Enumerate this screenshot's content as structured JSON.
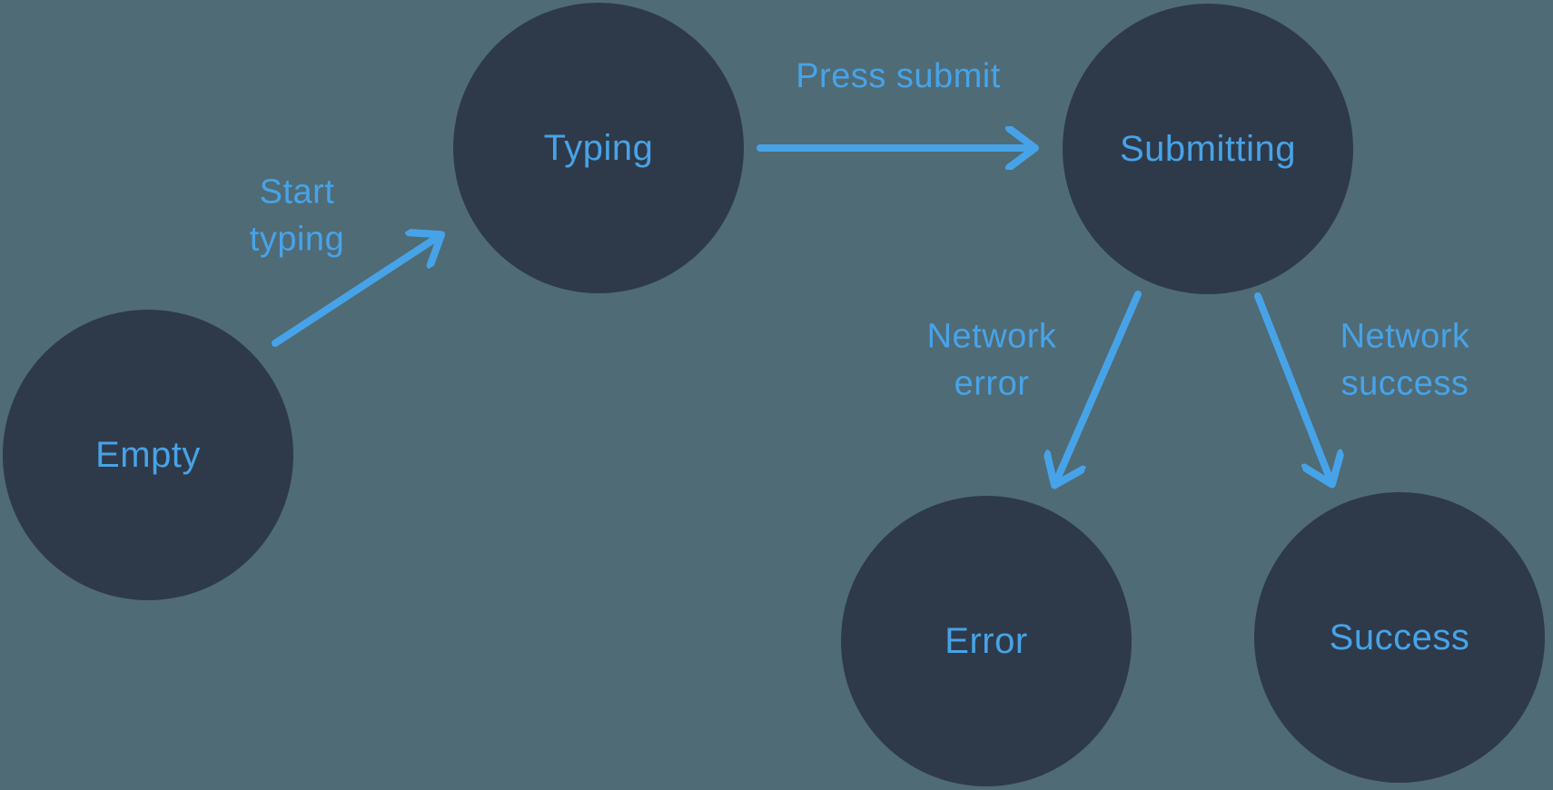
{
  "diagram": {
    "type": "state-machine",
    "colors": {
      "background": "#4f6b76",
      "node_fill": "#2e3a49",
      "accent_blue": "#47a3e8"
    },
    "states": [
      {
        "id": "empty",
        "label": "Empty"
      },
      {
        "id": "typing",
        "label": "Typing"
      },
      {
        "id": "submitting",
        "label": "Submitting"
      },
      {
        "id": "error",
        "label": "Error"
      },
      {
        "id": "success",
        "label": "Success"
      }
    ],
    "transitions": [
      {
        "from": "Empty",
        "to": "Typing",
        "label": "Start\ntyping"
      },
      {
        "from": "Typing",
        "to": "Submitting",
        "label": "Press submit"
      },
      {
        "from": "Submitting",
        "to": "Error",
        "label": "Network\nerror"
      },
      {
        "from": "Submitting",
        "to": "Success",
        "label": "Network\nsuccess"
      }
    ]
  }
}
